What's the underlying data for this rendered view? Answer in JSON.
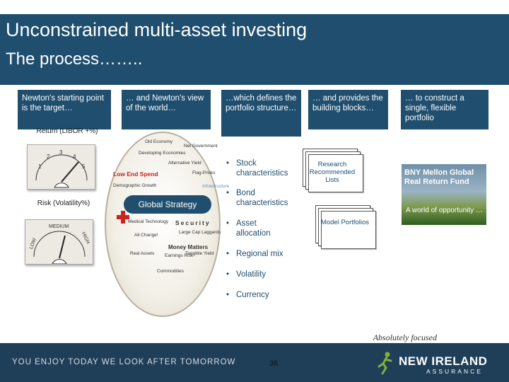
{
  "title": "Unconstrained multi-asset investing",
  "subtitle": "The process……..",
  "steps": [
    "Newton's starting point is the target…",
    "… and Newton's view of the world…",
    "…which defines the portfolio structure…",
    "… and provides the building blocks…",
    "… to construct a single, flexible portfolio"
  ],
  "gauges": {
    "return_label": "Return (LIBOR +%)",
    "risk_label": "Risk (Volatility%)",
    "low": "LOW",
    "medium": "MEDIUM",
    "high": "HIGH",
    "ticks": [
      "1",
      "2",
      "3",
      "4",
      "5"
    ]
  },
  "world": {
    "center": "Global Strategy",
    "themes": [
      "Old Economy",
      "Developing Economies",
      "Low End Spend",
      "Alternative Yield",
      "Flag-Pricks",
      "Net Government",
      "Demographic Growth",
      "Medical Technology",
      "Security",
      "All Change!",
      "Large Cap Laggards",
      "Money Matters",
      "Real Assets",
      "Commodities",
      "Earnings Risk",
      "Tangible Yield",
      "Infrastructure"
    ]
  },
  "bullets": [
    "Stock characteristics",
    "Bond characteristics",
    "Asset allocation",
    "Regional mix",
    "Volatility",
    "Currency"
  ],
  "blocks": {
    "research": "Research Recommended Lists",
    "model": "Model Portfolios"
  },
  "fund": {
    "name": "BNY Mellon Global Real Return Fund",
    "tagline": "A world of opportunity …"
  },
  "footer": {
    "absolutely": "Absolutely focused",
    "tagline": "YOU ENJOY TODAY WE LOOK AFTER TOMORROW",
    "page": "36",
    "brand": "NEW IRELAND",
    "brand_sub": "ASSURANCE"
  },
  "colors": {
    "header_blue": "#1f4e6e",
    "footer_navy": "#1f3e58",
    "accent_red": "#cc2222"
  }
}
